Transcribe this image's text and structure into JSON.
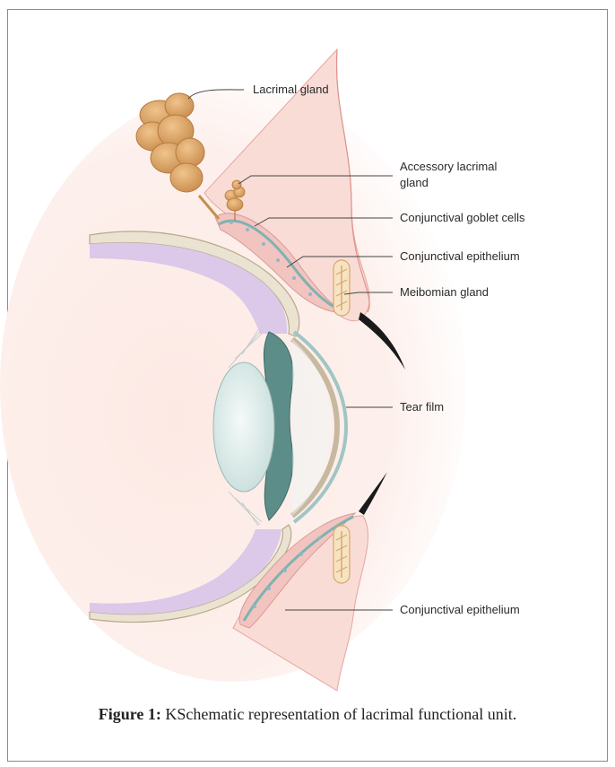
{
  "labels": {
    "lacrimal_gland": "Lacrimal gland",
    "accessory_line1": "Accessory lacrimal",
    "accessory_line2": "gland",
    "goblet_cells": "Conjunctival goblet cells",
    "conj_epithelium_upper": "Conjunctival epithelium",
    "meibomian_gland": "Meibomian gland",
    "tear_film": "Tear film",
    "conj_epithelium_lower": "Conjunctival epithelium"
  },
  "caption": {
    "prefix": "Figure 1:",
    "text": " KSchematic representation of lacrimal functional unit."
  },
  "colors": {
    "skin": "#f9dcd6",
    "sclera": "#ebe3d2",
    "choroid": "#dcc8e8",
    "epithelium": "#9fc6c4",
    "gland": "#d9a66a",
    "lens": "#e4f0ee",
    "iris": "#5d8d89"
  }
}
